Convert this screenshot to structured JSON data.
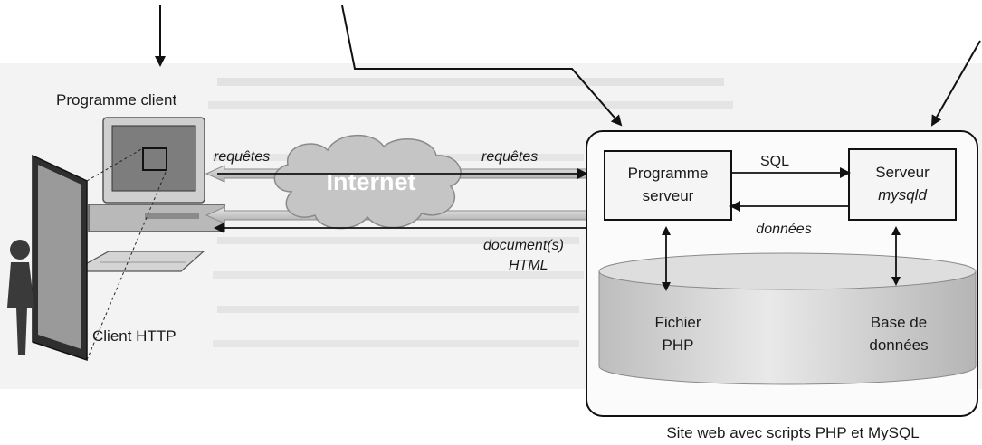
{
  "client": {
    "program_label": "Programme client",
    "http_label": "Client HTTP"
  },
  "internet": {
    "cloud_label": "Internet",
    "requests_left": "requêtes",
    "requests_right": "requêtes",
    "response_line1": "document(s)",
    "response_line2": "HTML"
  },
  "server_site": {
    "program_server_line1": "Programme",
    "program_server_line2": "serveur",
    "mysql_server_line1": "Serveur",
    "mysql_server_line2": "mysqld",
    "sql_label": "SQL",
    "data_label": "données",
    "php_file_line1": "Fichier",
    "php_file_line2": "PHP",
    "database_line1": "Base de",
    "database_line2": "données",
    "caption": "Site web avec scripts PHP et MySQL"
  },
  "colors": {
    "band": "#d6d6d6",
    "cloud": "#c8c8c8",
    "cloud_text": "#ffffff",
    "box_fill": "#f4f4f4",
    "ink": "#111111"
  }
}
